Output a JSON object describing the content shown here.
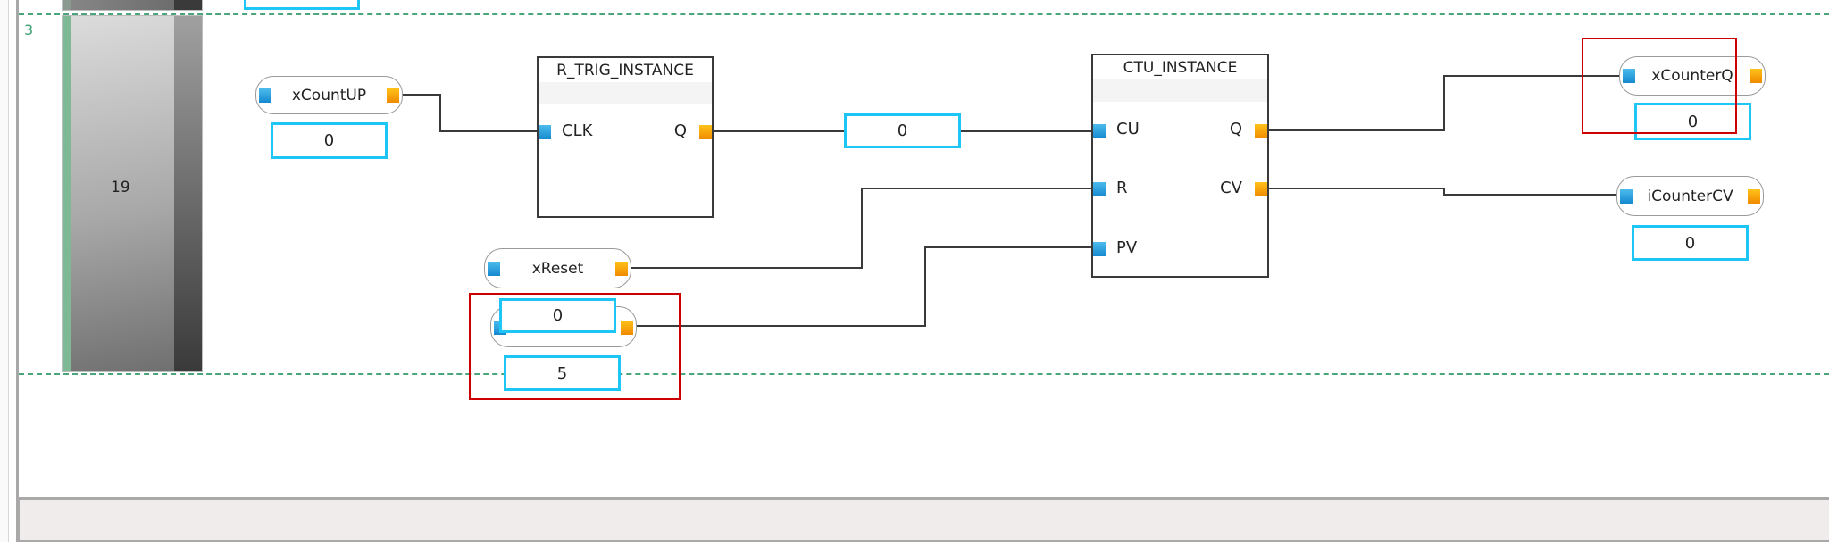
{
  "editor": {
    "language": "FBD",
    "previous_rung_value": ""
  },
  "rung": {
    "number": "3",
    "bar_label": "19"
  },
  "inputs": [
    {
      "id": "xCountUP",
      "name": "xCountUP",
      "value": "0"
    },
    {
      "id": "xReset",
      "name": "xReset",
      "value": ""
    },
    {
      "id": "pv",
      "name": "",
      "value_overlay": "0",
      "value": "5"
    }
  ],
  "blocks": [
    {
      "id": "rtrig",
      "title": "R_TRIG_INSTANCE",
      "inputs": [
        "CLK"
      ],
      "outputs": [
        "Q"
      ]
    },
    {
      "id": "ctu",
      "title": "CTU_INSTANCE",
      "inputs": [
        "CU",
        "R",
        "PV"
      ],
      "outputs": [
        "Q",
        "CV"
      ]
    }
  ],
  "link_values": {
    "rtrig_q_to_cu": "0"
  },
  "outputs": [
    {
      "id": "xCounterQ",
      "name": "xCounterQ",
      "value": "0"
    },
    {
      "id": "iCounterCV",
      "name": "iCounterCV",
      "value": "0"
    }
  ],
  "colors": {
    "input_port": "#1a8fd4",
    "output_port": "#f39200",
    "value_border": "#1ec6f5",
    "highlight": "#cc0000",
    "rung_separator": "#4aa57a"
  }
}
